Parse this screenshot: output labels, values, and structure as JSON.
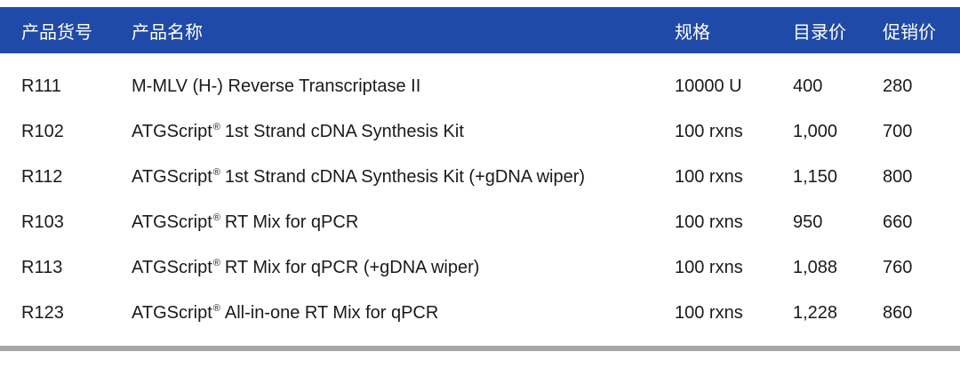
{
  "header": {
    "code": "产品货号",
    "name": "产品名称",
    "spec": "规格",
    "list_price": "目录价",
    "promo_price": "促销价"
  },
  "rows": [
    {
      "code": "R111",
      "brand": "",
      "name": "M-MLV (H-) Reverse Transcriptase II",
      "spec": "10000 U",
      "list_price": "400",
      "promo_price": "280"
    },
    {
      "code": "R102",
      "brand": "ATGScript",
      "reg": "®",
      "name": "1st Strand cDNA Synthesis Kit",
      "spec": "100 rxns",
      "list_price": "1,000",
      "promo_price": "700"
    },
    {
      "code": "R112",
      "brand": "ATGScript",
      "reg": "®",
      "name": "1st Strand cDNA Synthesis Kit (+gDNA wiper)",
      "spec": "100 rxns",
      "list_price": "1,150",
      "promo_price": "800"
    },
    {
      "code": "R103",
      "brand": "ATGScript",
      "reg": "®",
      "name": "RT Mix for qPCR",
      "spec": "100 rxns",
      "list_price": "950",
      "promo_price": "660"
    },
    {
      "code": "R113",
      "brand": "ATGScript",
      "reg": "®",
      "name": "RT Mix for qPCR (+gDNA wiper)",
      "spec": "100 rxns",
      "list_price": "1,088",
      "promo_price": "760"
    },
    {
      "code": "R123",
      "brand": "ATGScript",
      "reg": "®",
      "name": "All-in-one RT Mix for qPCR",
      "spec": "100 rxns",
      "list_price": "1,228",
      "promo_price": "860"
    }
  ],
  "colors": {
    "header_bg": "#1f4aa8",
    "header_text": "#ffffff",
    "rule": "#a6a6a6"
  }
}
